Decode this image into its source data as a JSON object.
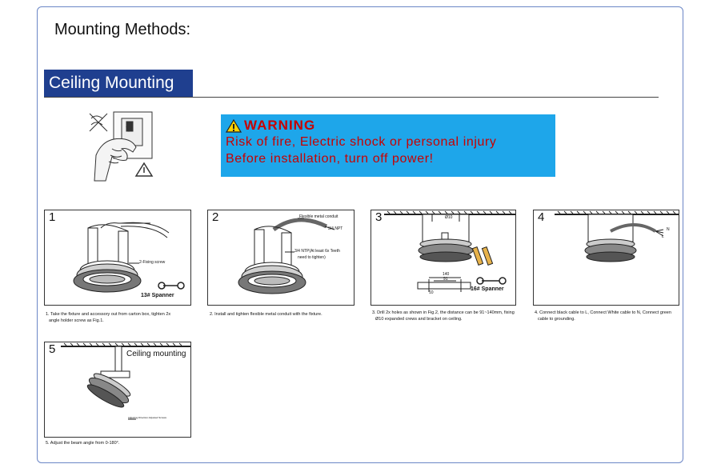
{
  "header": {
    "title": "Mounting Methods:"
  },
  "section": {
    "title": "Ceiling Mounting"
  },
  "warning": {
    "title": "WARNING",
    "line1": "Risk of fire, Electric shock or personal injury",
    "line2": "Before installation, turn off power!"
  },
  "steps": [
    {
      "number": "1",
      "labels": {
        "screw": "2-Fixing screw",
        "spanner": "13# Spanner"
      },
      "caption_line1": "1. Take the fixture and accessory out from carton box, tighten 2x",
      "caption_line2": "angle holder screw as Fig.1."
    },
    {
      "number": "2",
      "labels": {
        "conduit": "Flexible metal conduit",
        "npt": "3/4 NPT",
        "ntp_1": "3/4 NTP(At least 6x Teeth",
        "ntp_2": "need to tighten)"
      },
      "caption_line1": "2. Install and tighten flexible metal conduit with the fixture.",
      "caption_line2": ""
    },
    {
      "number": "3",
      "labels": {
        "hole": "Ø10",
        "spanner": "16# Spanner",
        "dim_top": "140",
        "dim_mid": "91",
        "dim_side": "10"
      },
      "caption_line1": "3. Drill 2x holes as shown in Fig.2, the distance can be 91~140mm, fixing",
      "caption_line2": "Ø10 expanded crews and bracket on ceiling."
    },
    {
      "number": "4",
      "labels": {
        "n": "N",
        "l": "L"
      },
      "caption_line1": "4. Connect black cable to L, Connect White cable to N, Connect green",
      "caption_line2": "cable to grounding."
    },
    {
      "number": "5",
      "labels": {
        "title": "Ceiling mounting",
        "note": "Adjusting Direction Adjusted Screws"
      },
      "caption_line1": "5. Adjust the beam angle from 0-180°.",
      "caption_line2": ""
    }
  ],
  "icons": [
    "warning-triangle-icon",
    "wrench-icon",
    "hand-switch-icon"
  ],
  "colors": {
    "border": "#6b86c6",
    "section_bg": "#1f3f8f",
    "warning_bg": "#1ea6ea",
    "warning_text": "#c80000"
  }
}
